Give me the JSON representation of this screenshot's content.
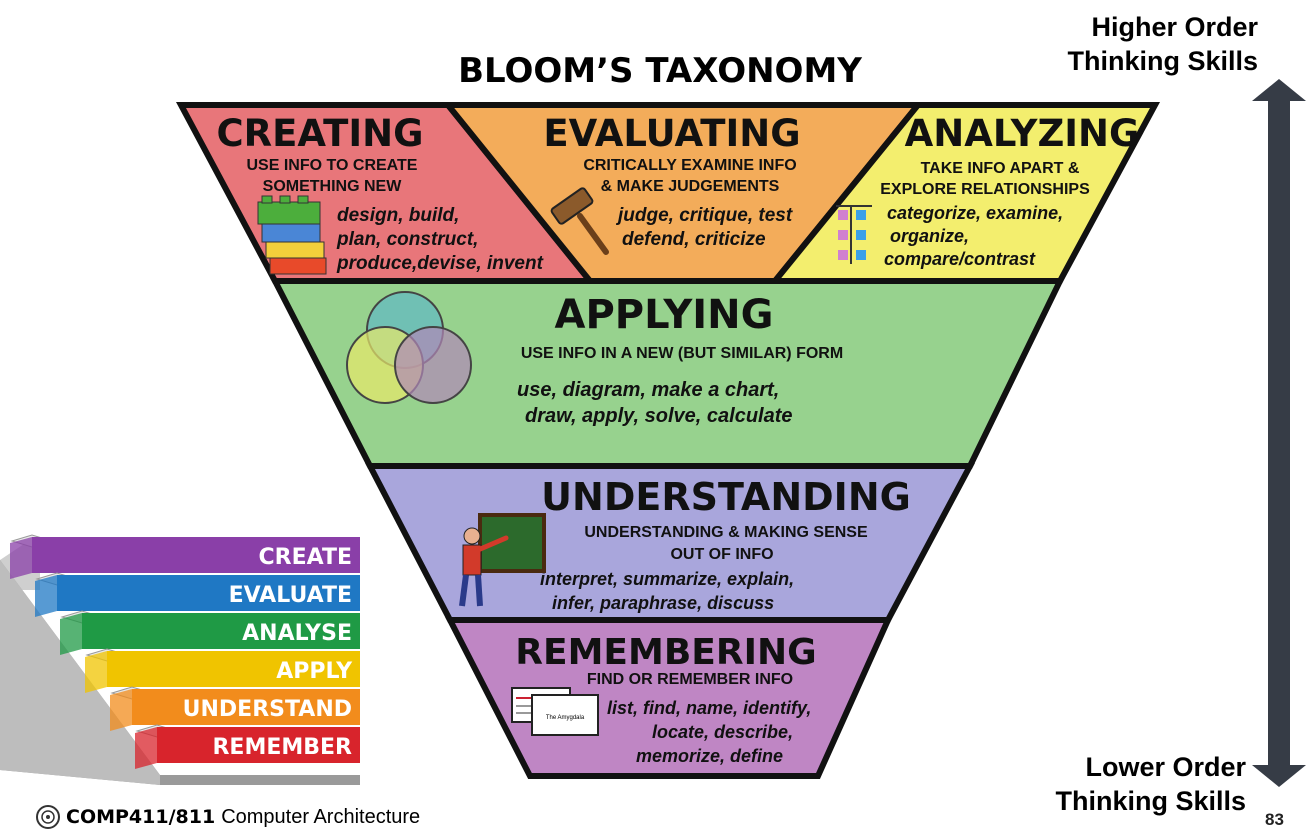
{
  "title": "BLOOM’S TAXONOMY",
  "higher_order": [
    "Higher Order",
    "Thinking Skills"
  ],
  "lower_order": [
    "Lower Order",
    "Thinking Skills"
  ],
  "levels": {
    "creating": {
      "name": "CREATING",
      "sub": [
        "USE INFO TO CREATE",
        "SOMETHING NEW"
      ],
      "verbs": [
        "design, build,",
        "plan, construct,",
        "produce,devise, invent"
      ],
      "color": "#e8767a",
      "icon": "lego-bricks-icon"
    },
    "evaluating": {
      "name": "EVALUATING",
      "sub": [
        "CRITICALLY EXAMINE INFO",
        "& MAKE JUDGEMENTS"
      ],
      "verbs": [
        "judge, critique, test",
        "defend, criticize"
      ],
      "color": "#f3ac5a",
      "icon": "gavel-icon"
    },
    "analyzing": {
      "name": "ANALYZING",
      "sub": [
        "TAKE INFO APART &",
        "EXPLORE RELATIONSHIPS"
      ],
      "verbs": [
        "categorize, examine,",
        "organize,",
        "compare/contrast"
      ],
      "color": "#f3ee6e",
      "icon": "sorting-squares-icon"
    },
    "applying": {
      "name": "APPLYING",
      "sub": [
        "USE INFO IN A NEW (BUT SIMILAR) FORM"
      ],
      "verbs": [
        "use, diagram, make a chart,",
        "draw, apply, solve, calculate"
      ],
      "color": "#97d28e",
      "icon": "venn-diagram-icon"
    },
    "understanding": {
      "name": "UNDERSTANDING",
      "sub": [
        "UNDERSTANDING & MAKING SENSE",
        "OUT OF INFO"
      ],
      "verbs": [
        "interpret, summarize, explain,",
        "infer, paraphrase, discuss"
      ],
      "color": "#a9a6dc",
      "icon": "teacher-at-board-icon"
    },
    "remembering": {
      "name": "REMEMBERING",
      "sub": [
        "FIND OR REMEMBER INFO"
      ],
      "verbs": [
        "list, find, name, identify,",
        "locate, describe,",
        "memorize, define"
      ],
      "color": "#bf86c4",
      "icon": "flash-cards-icon",
      "card_text": "The Amygdala"
    }
  },
  "stairs": [
    {
      "label": "CREATE",
      "color": "#8a3fa8"
    },
    {
      "label": "EVALUATE",
      "color": "#1f78c4"
    },
    {
      "label": "ANALYSE",
      "color": "#1f9a45"
    },
    {
      "label": "APPLY",
      "color": "#f0c400"
    },
    {
      "label": "UNDERSTAND",
      "color": "#f28c1c"
    },
    {
      "label": "REMEMBER",
      "color": "#d8242c"
    }
  ],
  "footer": {
    "course_code": "COMP411/811",
    "course_name": "Computer Architecture",
    "logo_icon": "university-seal-icon"
  },
  "page_number": "83",
  "arrow_color": "#363c46"
}
